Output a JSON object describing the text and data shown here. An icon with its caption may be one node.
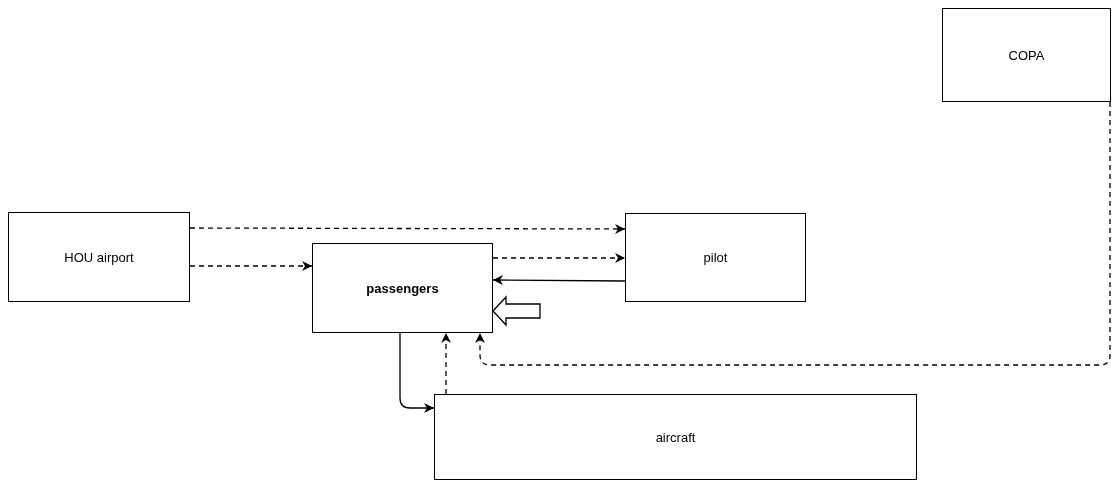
{
  "diagram": {
    "nodes": [
      {
        "text": [
          "COPA"
        ]
      },
      {
        "text": [
          "HOU airport"
        ]
      },
      {
        "text": [
          "passengers"
        ]
      },
      {
        "text": [
          "pilot"
        ]
      },
      {
        "text": [
          "aircraft"
        ]
      }
    ],
    "edges": [
      {
        "from": 1,
        "to": 3,
        "arrow": "to",
        "style": "dashed"
      },
      {
        "from": 1,
        "to": 2,
        "arrow": "to",
        "style": "dashed"
      },
      {
        "from": 2,
        "to": 3,
        "arrow": "to",
        "style": "dashed"
      },
      {
        "from": 3,
        "to": 2,
        "arrow": "to"
      },
      {
        "from": null,
        "to": 2,
        "arrow": "to",
        "style": "thick"
      },
      {
        "from": 2,
        "to": 4,
        "arrow": "to"
      },
      {
        "from": 4,
        "to": 2,
        "arrow": "to",
        "style": "dashed"
      },
      {
        "from": 0,
        "to": 2,
        "arrow": "to",
        "style": "dashed"
      }
    ]
  }
}
